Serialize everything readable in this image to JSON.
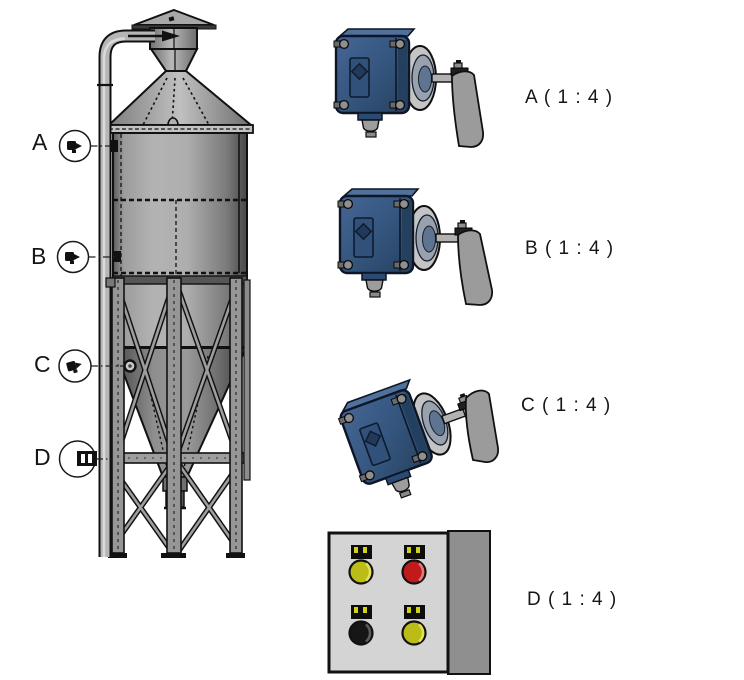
{
  "callouts": [
    {
      "letter": "A",
      "scale_label": "A ( 1 : 4 )"
    },
    {
      "letter": "B",
      "scale_label": "B ( 1 : 4 )"
    },
    {
      "letter": "C",
      "scale_label": "C ( 1 : 4 )"
    },
    {
      "letter": "D",
      "scale_label": "D ( 1 : 4 )"
    }
  ],
  "icons": {
    "callout_marker": "paddle-level-sensor-icon",
    "panel_marker": "terminal-box-icon",
    "flow_arrow": "fill-flow-arrow-icon",
    "vent": "silo-vent-cap-icon"
  },
  "colors": {
    "sensor_housing_blue": "#35567f",
    "panel_face_gray": "#d4d4d4",
    "panel_side_gray": "#8f8f8f",
    "button_yellow": "#bcbc18",
    "button_red": "#c01a1a",
    "button_black": "#161616",
    "tag_mark_yellow": "#d3d316"
  }
}
